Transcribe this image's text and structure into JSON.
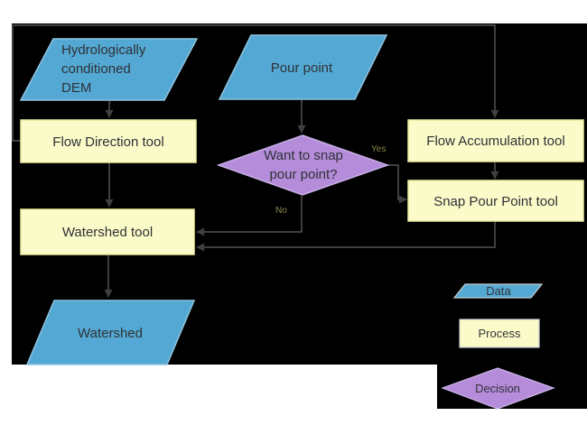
{
  "diagram": {
    "nodes": {
      "dem": {
        "type": "data",
        "line1": "Hydrologically",
        "line2": "conditioned",
        "line3": "DEM"
      },
      "pour_point": {
        "type": "data",
        "label": "Pour point"
      },
      "flow_direction": {
        "type": "process",
        "label": "Flow Direction tool"
      },
      "flow_accumulation": {
        "type": "process",
        "label": "Flow Accumulation tool"
      },
      "snap_pour_point": {
        "type": "process",
        "label": "Snap Pour Point tool"
      },
      "decision_snap": {
        "type": "decision",
        "line1": "Want to snap",
        "line2": "pour point?"
      },
      "watershed_tool": {
        "type": "process",
        "label": "Watershed tool"
      },
      "watershed": {
        "type": "data",
        "label": "Watershed"
      }
    },
    "edge_labels": {
      "yes": "Yes",
      "no": "No"
    },
    "legend": {
      "data_label": "Data",
      "process_label": "Process",
      "decision_label": "Decision"
    },
    "colors": {
      "background": "#000000",
      "data_fill": "#54a9d4",
      "process_fill": "#fbfbc9",
      "decision_fill": "#b48cda",
      "connector": "#3f3f3f"
    }
  }
}
